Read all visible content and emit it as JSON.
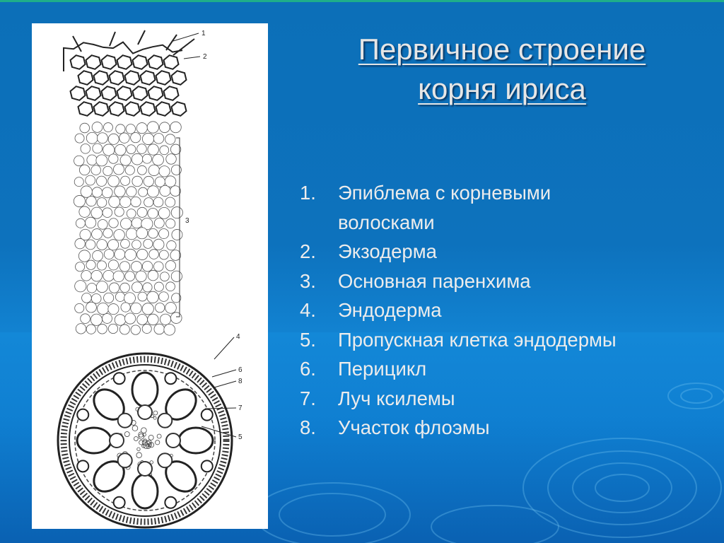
{
  "slide": {
    "title_line1": "Первичное строение",
    "title_line2": "корня ириса",
    "legend": [
      {
        "num": "1.",
        "text": "Эпиблема с корневыми волосками"
      },
      {
        "num": "2.",
        "text": "Экзодерма"
      },
      {
        "num": "3.",
        "text": "Основная паренхима"
      },
      {
        "num": "4.",
        "text": "Эндодерма"
      },
      {
        "num": "5.",
        "text": "Пропускная клетка эндодермы"
      },
      {
        "num": "6.",
        "text": "Перицикл"
      },
      {
        "num": "7.",
        "text": "Луч ксилемы"
      },
      {
        "num": "8.",
        "text": "Участок флоэмы"
      }
    ]
  },
  "figure": {
    "labels": [
      "1",
      "2",
      "3",
      "4",
      "6",
      "8",
      "7",
      "5"
    ]
  },
  "colors": {
    "background": "#0d72bd",
    "text": "#ececec",
    "figure_bg": "#ffffff",
    "ink": "#222222"
  }
}
